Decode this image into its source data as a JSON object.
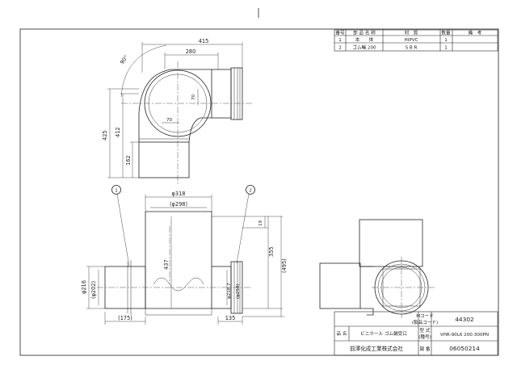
{
  "parts_table": {
    "headers": [
      "番号",
      "部 品 名 称",
      "材　質",
      "数量",
      "備　考"
    ],
    "rows": [
      [
        "1",
        "本　　体",
        "HIPVC",
        "1",
        ""
      ],
      [
        "2",
        "ゴム輪 200",
        "S B R",
        "1",
        ""
      ]
    ]
  },
  "dimensions": {
    "top_width_415": "415",
    "top_width_280": "280",
    "angle_90": "90°",
    "offset_70_right": "70",
    "offset_70_bottom": "70",
    "height_425": "425",
    "height_412": "412",
    "height_162": "162",
    "dia_318": "φ318",
    "dia_298": "(φ298)",
    "height_437": "437",
    "gap_19": "19",
    "height_355": "355",
    "height_495": "(495)",
    "dia_216": "φ216",
    "dia_202": "(φ202)",
    "dia_218_7": "φ218.7",
    "dia_258": "(φ258)",
    "len_175": "(175)",
    "len_135": "135"
  },
  "balloons": {
    "part1": "1",
    "part2": "2"
  },
  "title_block": {
    "mcode_label_1": "Mコード",
    "mcode_label_2": "(製品コード)",
    "mcode_value": "44302",
    "name_label": "品 名",
    "name_value": "ビニホール ゴム輪受口",
    "model_label_1": "型 式",
    "model_label_2": "(種号)",
    "model_value": "VHR-90L6 200-300PN",
    "company": "前澤化成工業株式会社",
    "drawing_label": "図 番",
    "drawing_value": "06050214"
  }
}
